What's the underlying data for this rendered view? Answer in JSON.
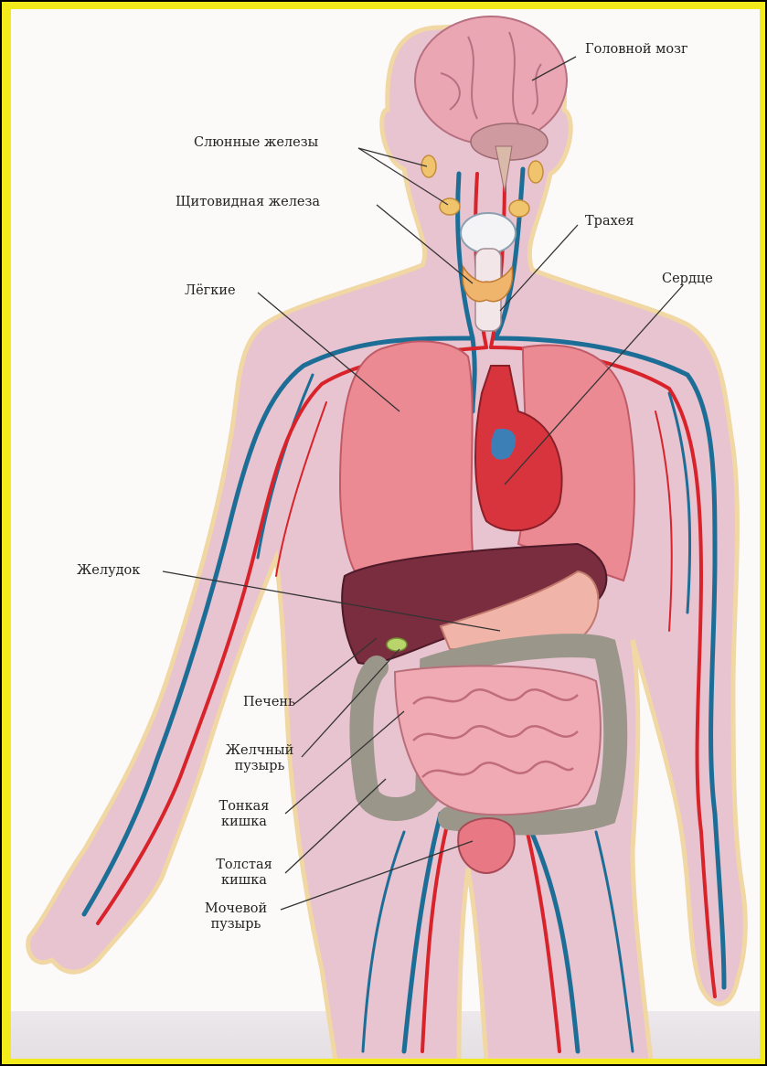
{
  "labels": {
    "brain": "Головной мозг",
    "salivary_glands": "Слюнные железы",
    "thyroid": "Щитовидная железа",
    "trachea": "Трахея",
    "lungs": "Лёгкие",
    "heart": "Сердце",
    "stomach": "Желудок",
    "liver": "Печень",
    "gallbladder_line1": "Желчный",
    "gallbladder_line2": "пузырь",
    "small_intestine_line1": "Тонкая",
    "small_intestine_line2": "кишка",
    "large_intestine_line1": "Толстая",
    "large_intestine_line2": "кишка",
    "bladder_line1": "Мочевой",
    "bladder_line2": "пузырь"
  },
  "colors": {
    "frame_outer": "#000000",
    "frame_border": "#f2ea1a",
    "background": "#fbfaf9",
    "skin": "#e7c2cf",
    "skin_outline": "#f0d9a8",
    "artery": "#d8232a",
    "vein": "#1d6e96",
    "lung": "#ec8a94",
    "heart": "#d8343d",
    "liver": "#7a2d3f",
    "stomach": "#f0b4a8",
    "small_intestine": "#f0aab4",
    "large_intestine": "#9a968a",
    "brain": "#eaa7b3",
    "thyroid": "#f0b56d",
    "bladder": "#e87884"
  }
}
